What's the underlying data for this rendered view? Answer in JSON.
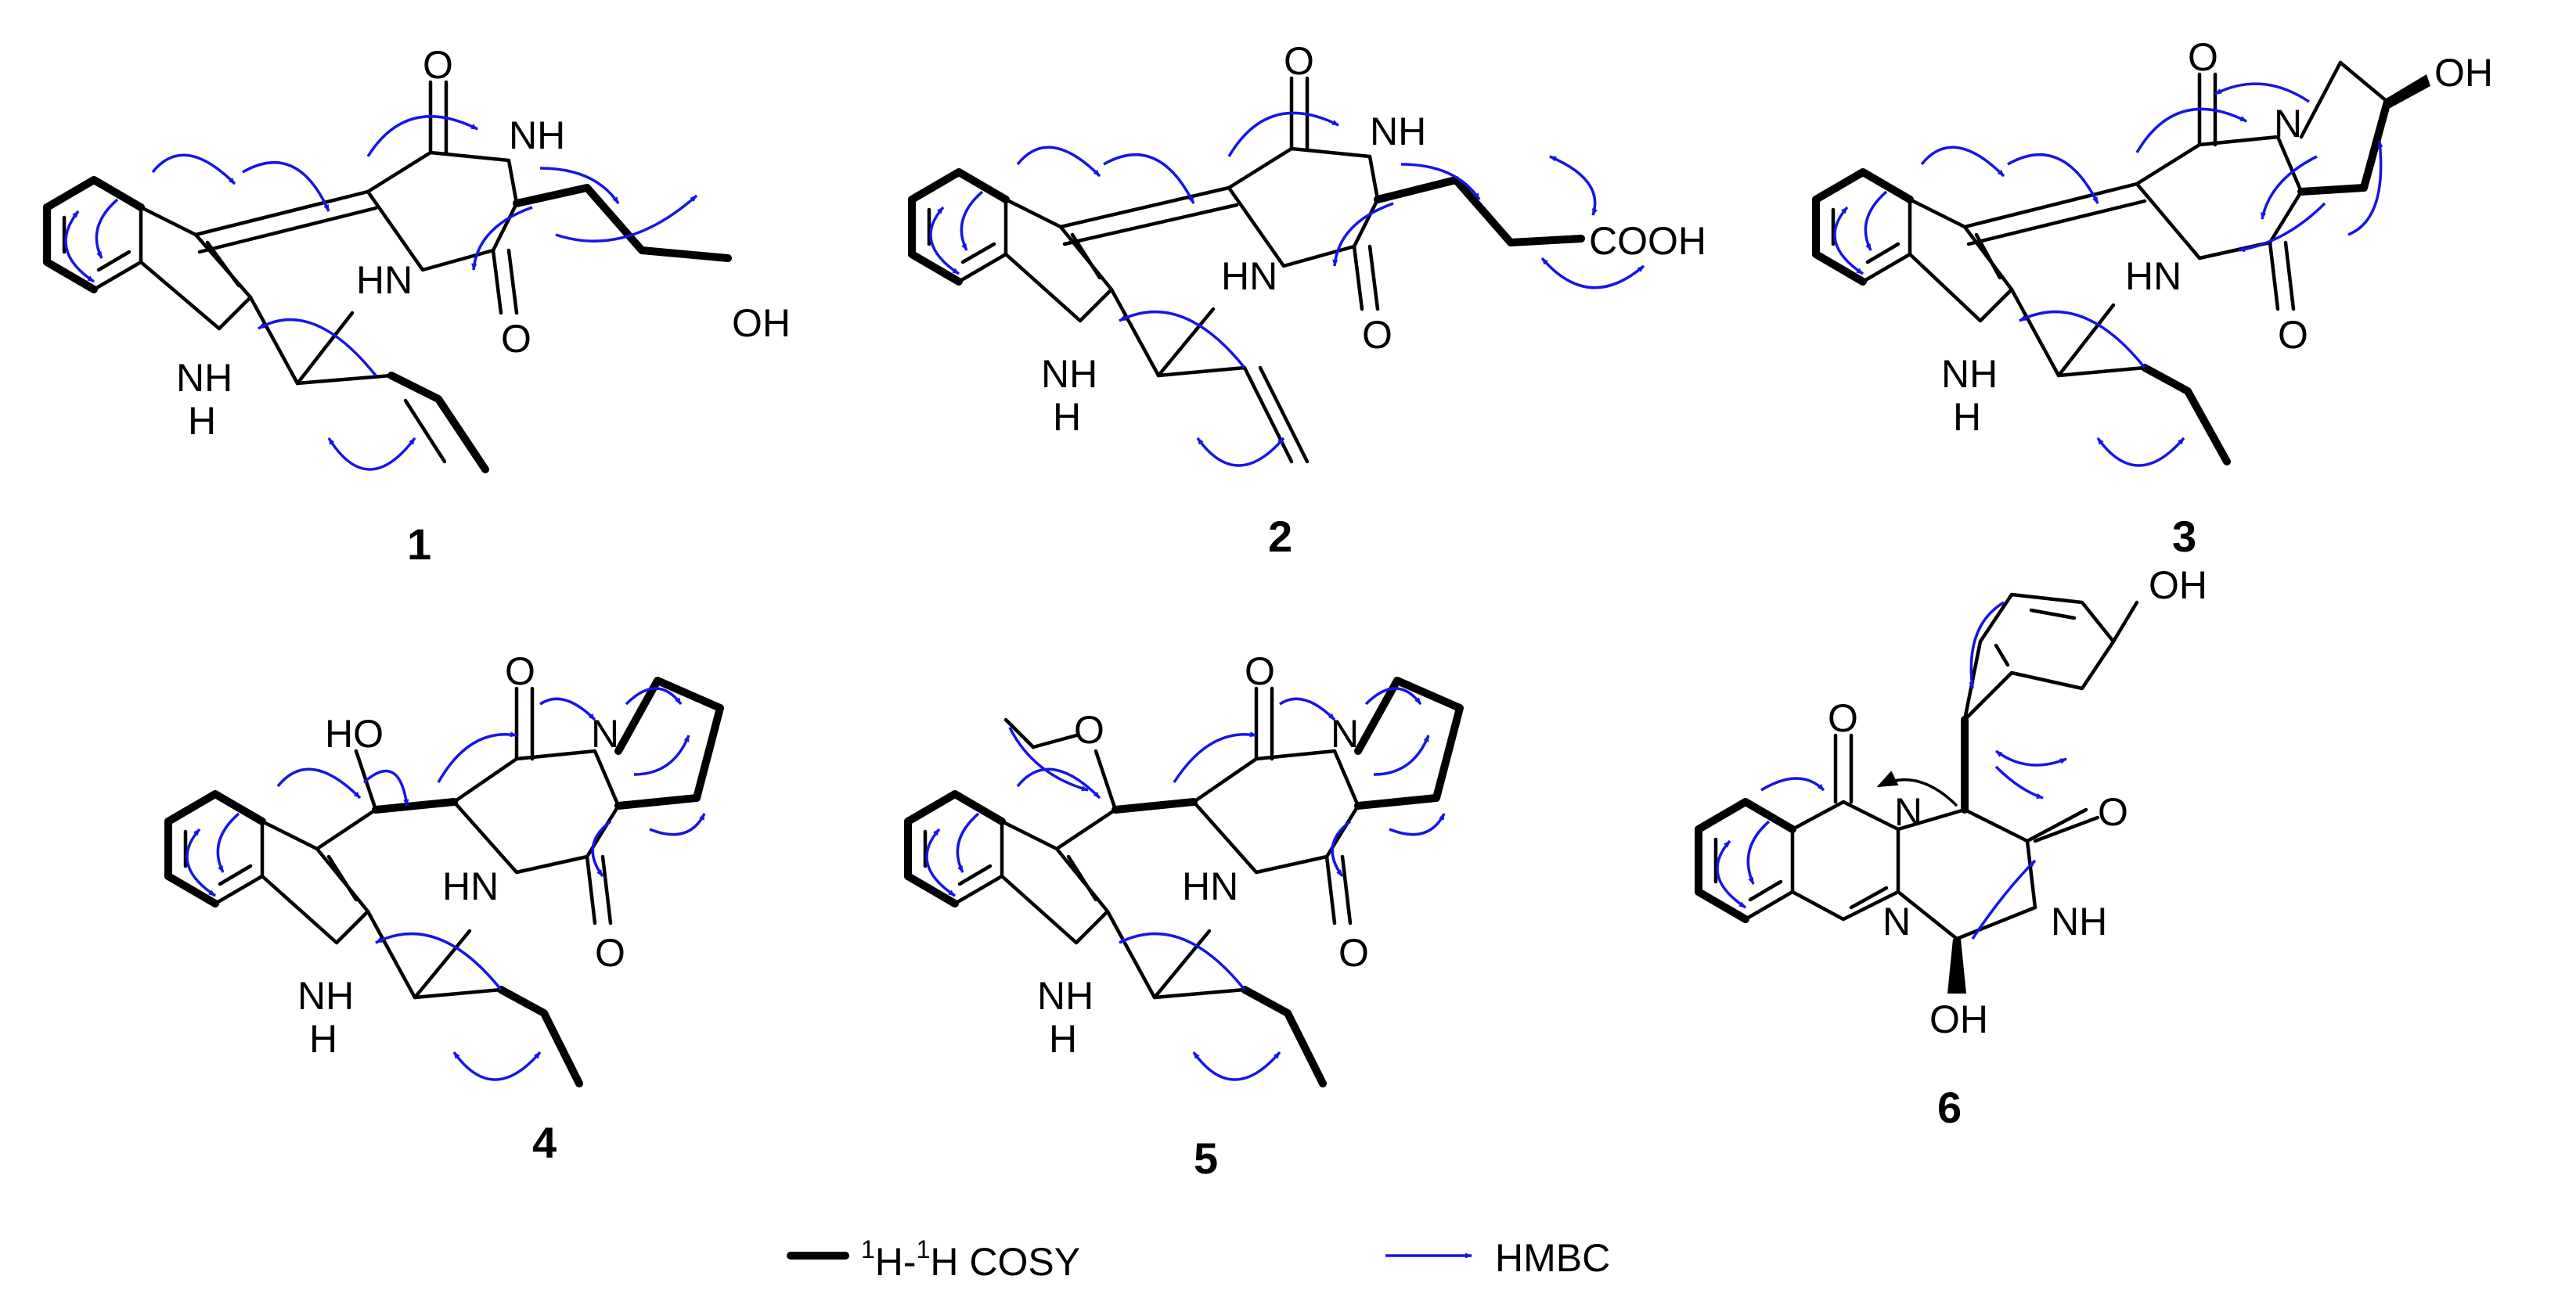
{
  "colors": {
    "hmbc": "#1515e6",
    "bond": "#000000"
  },
  "labels": {
    "c1": [
      "O",
      "NH",
      "HN",
      "O",
      "OH",
      "NH",
      "H"
    ],
    "c2": [
      "O",
      "NH",
      "HN",
      "O",
      "COOH",
      "NH",
      "H"
    ],
    "c3": [
      "O",
      "N",
      "OH",
      "HN",
      "O",
      "NH",
      "H"
    ],
    "c4": [
      "HO",
      "O",
      "N",
      "HN",
      "O",
      "NH",
      "H"
    ],
    "c5": [
      "O",
      "O",
      "N",
      "HN",
      "O",
      "NH",
      "H"
    ],
    "c6": [
      "OH",
      "O",
      "O",
      "N",
      "N",
      "NH",
      "OH"
    ]
  },
  "compound_numbers": [
    "1",
    "2",
    "3",
    "4",
    "5",
    "6"
  ],
  "legend": {
    "cosy_sup": "1",
    "cosy_h1": "H-",
    "cosy_sup2": "1",
    "cosy_h2": "H COSY",
    "hmbc_label": "HMBC"
  }
}
